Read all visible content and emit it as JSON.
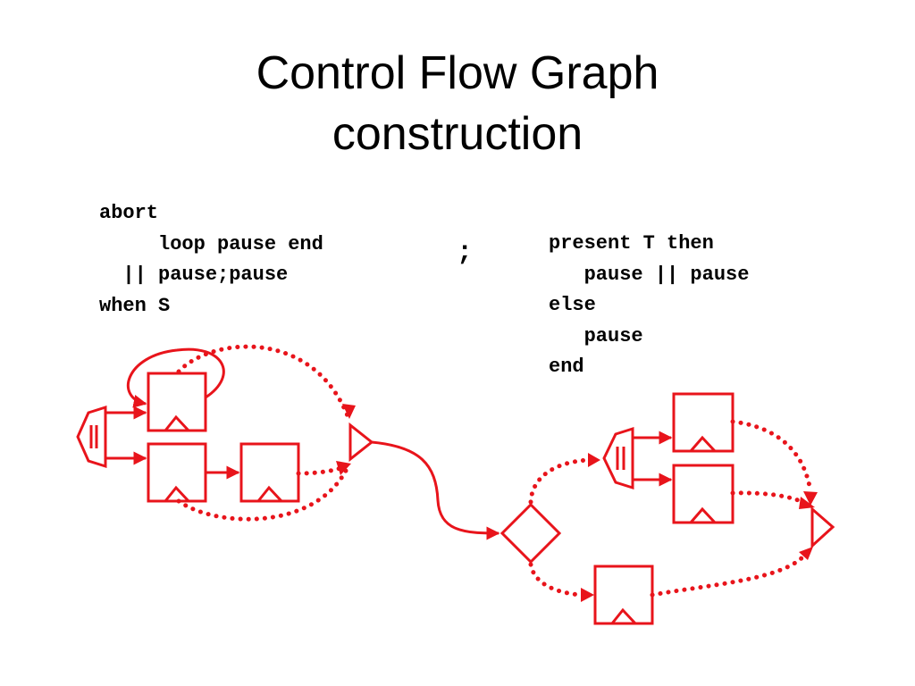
{
  "slide": {
    "title_line1": "Control Flow Graph",
    "title_line2": "construction"
  },
  "code_left": [
    "abort",
    "     loop pause end",
    "  || pause;pause",
    "when S"
  ],
  "sequence_operator": ";",
  "code_right": [
    "present T then",
    "   pause || pause",
    "else",
    "   pause",
    "end"
  ],
  "colors": {
    "graph": "#e8141b",
    "text": "#000000",
    "background": "#ffffff"
  }
}
